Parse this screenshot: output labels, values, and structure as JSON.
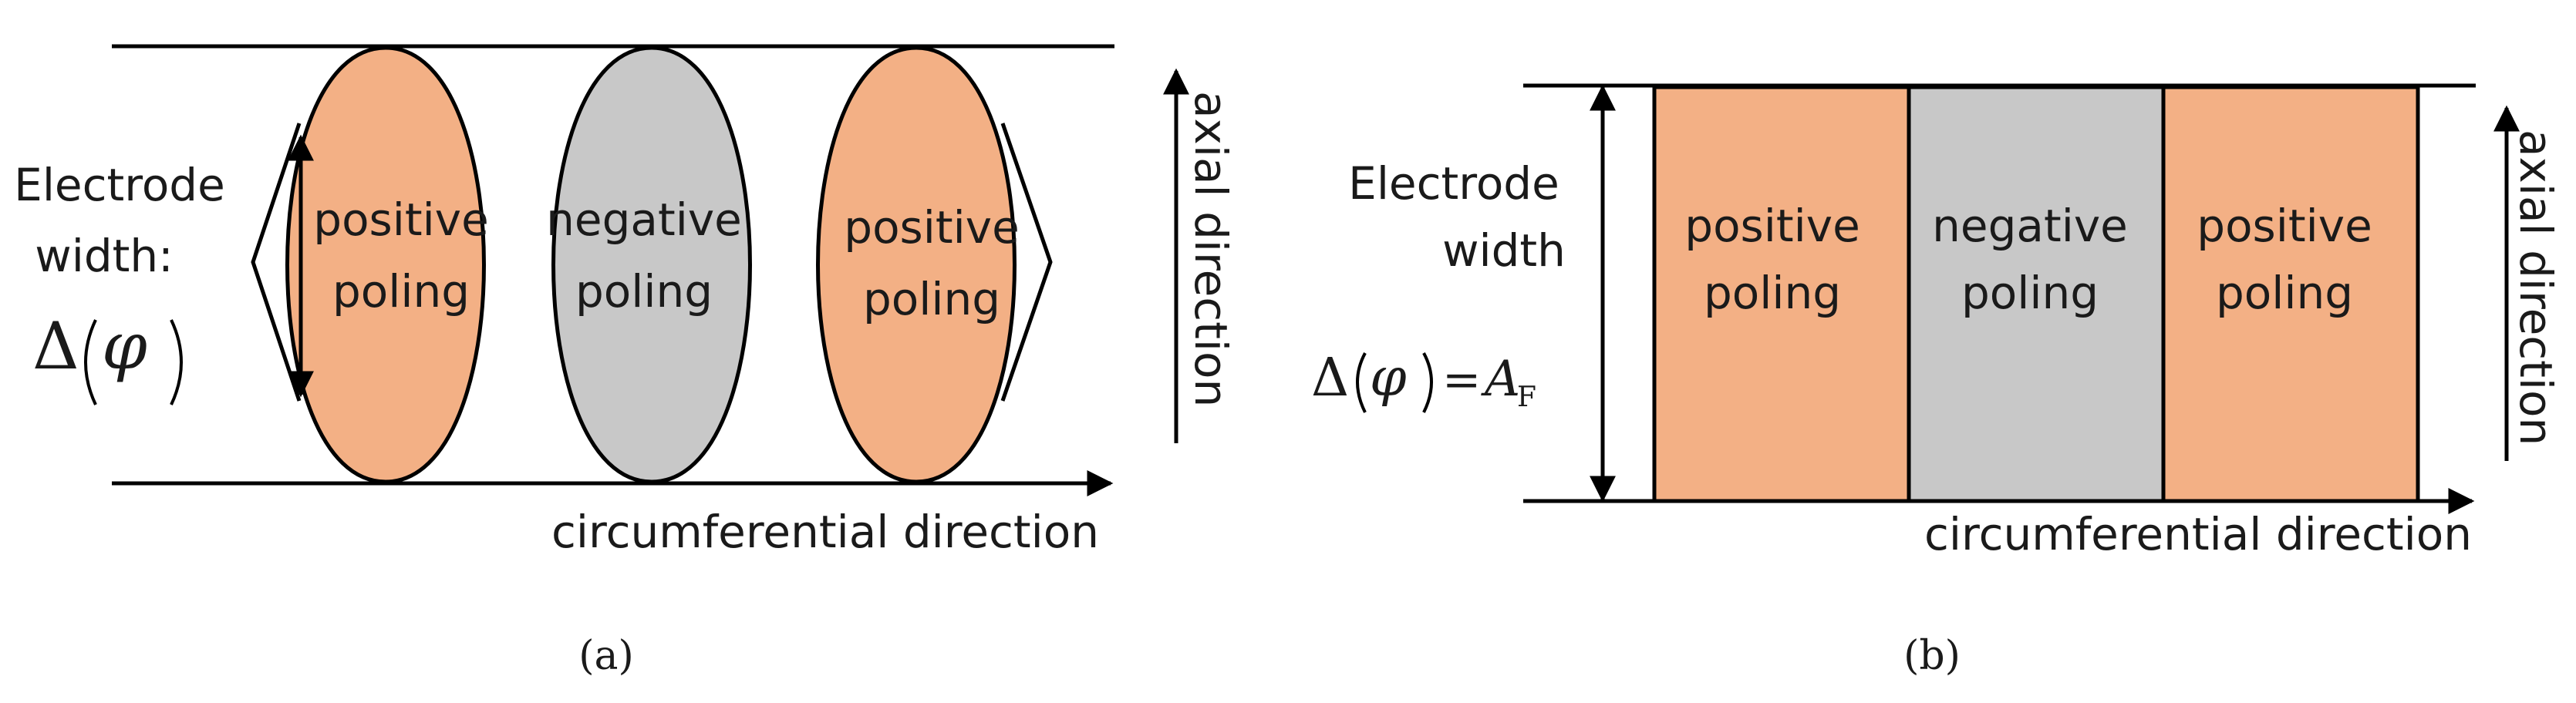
{
  "colors": {
    "positive": "#F3B085",
    "negative": "#C8C8C8",
    "stroke": "#000000"
  },
  "panel_a": {
    "electrode_label_line1": "Electrode",
    "electrode_label_line2": "width:",
    "delta_symbol": "Δ",
    "phi_symbol": "φ",
    "regions": [
      {
        "line1": "positive",
        "line2": "poling",
        "polarity": "positive"
      },
      {
        "line1": "negative",
        "line2": "poling",
        "polarity": "negative"
      },
      {
        "line1": "positive",
        "line2": "poling",
        "polarity": "positive"
      }
    ],
    "axial_label": "axial direction",
    "circumferential_label": "circumferential direction",
    "caption": "(a)"
  },
  "panel_b": {
    "electrode_label_line1": "Electrode",
    "electrode_label_line2": "width",
    "delta_symbol": "Δ",
    "phi_symbol": "φ",
    "equals": "=",
    "amplitude_symbol": "A",
    "amplitude_subscript": "F",
    "regions": [
      {
        "line1": "positive",
        "line2": "poling",
        "polarity": "positive"
      },
      {
        "line1": "negative",
        "line2": "poling",
        "polarity": "negative"
      },
      {
        "line1": "positive",
        "line2": "poling",
        "polarity": "positive"
      }
    ],
    "axial_label": "axial direction",
    "circumferential_label": "circumferential direction",
    "caption": "(b)"
  }
}
